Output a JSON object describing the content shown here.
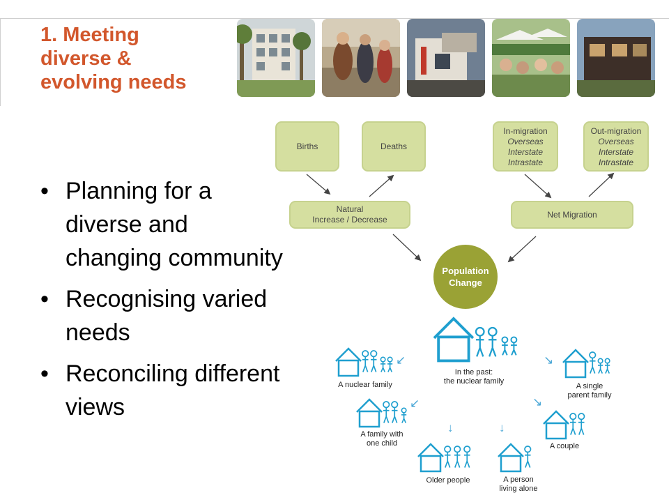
{
  "slide": {
    "title_lines": [
      "1. Meeting",
      "diverse &",
      "evolving needs"
    ],
    "bullets": [
      {
        "lines": [
          "Planning for a",
          "diverse and",
          "changing community"
        ]
      },
      {
        "lines": [
          "Recognising varied",
          "needs"
        ]
      },
      {
        "lines": [
          "Reconciling different",
          "views"
        ]
      }
    ],
    "bullet_glyph": "•"
  },
  "colors": {
    "title": "#d2572c",
    "box_fill": "#d5dfa0",
    "circle_fill": "#9aa235",
    "arrow_blue": "#4aa7d6"
  },
  "population_diagram": {
    "births": "Births",
    "deaths": "Deaths",
    "in_migration": {
      "title": "In-migration",
      "items": [
        "Overseas",
        "Interstate",
        "Intrastate"
      ]
    },
    "out_migration": {
      "title": "Out-migration",
      "items": [
        "Overseas",
        "Interstate",
        "Intrastate"
      ]
    },
    "natural": [
      "Natural",
      "Increase / Decrease"
    ],
    "net_migration": "Net Migration",
    "center": [
      "Population",
      "Change"
    ]
  },
  "household_diagram": {
    "center": [
      "In the past:",
      "the nuclear family"
    ],
    "nuclear": "A nuclear family",
    "one_child": [
      "A family with",
      "one child"
    ],
    "older": "Older people",
    "alone": [
      "A person",
      "living alone"
    ],
    "couple": "A couple",
    "single_parent": [
      "A single",
      "parent family"
    ]
  }
}
